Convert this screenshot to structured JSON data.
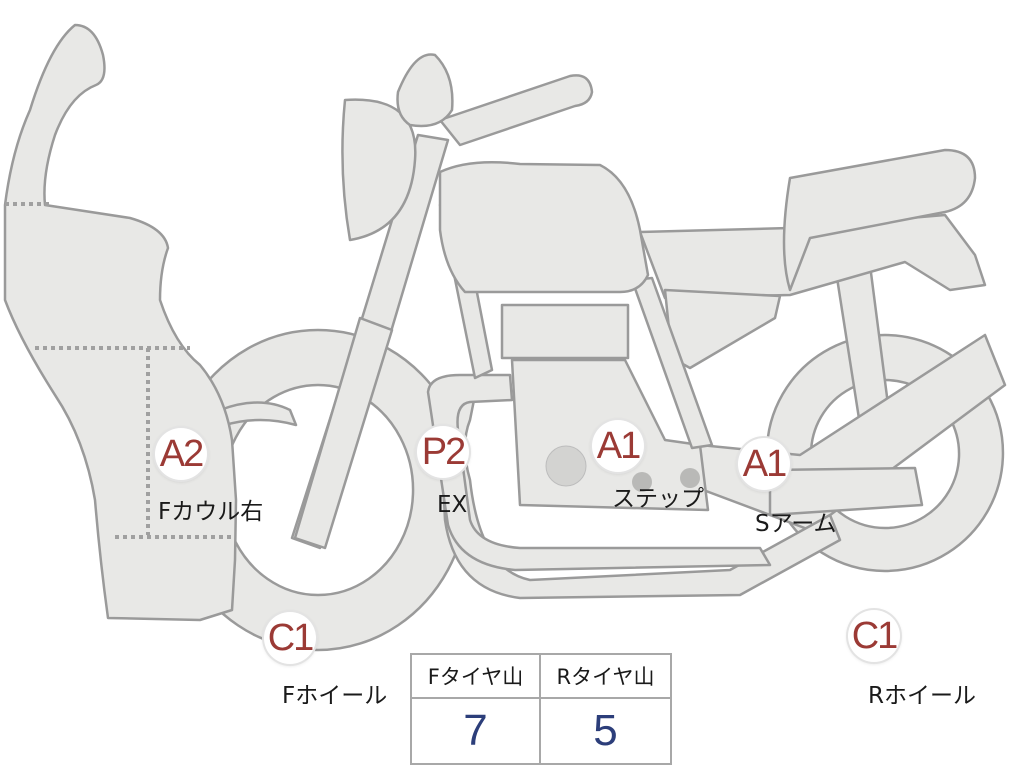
{
  "parts": [
    {
      "id": "f-cowl-right",
      "code": "A2",
      "label": "Fカウル右"
    },
    {
      "id": "exhaust",
      "code": "P2",
      "label": "EX"
    },
    {
      "id": "step",
      "code": "A1",
      "label": "ステップ"
    },
    {
      "id": "swing-arm",
      "code": "A1",
      "label": "Sアーム"
    },
    {
      "id": "front-wheel",
      "code": "C1",
      "label": "Fホイール"
    },
    {
      "id": "rear-wheel",
      "code": "C1",
      "label": "Rホイール"
    }
  ],
  "tire_table": {
    "headers": [
      "Fタイヤ山",
      "Rタイヤ山"
    ],
    "values": [
      "7",
      "5"
    ]
  },
  "colors": {
    "body_fill": "#e8e8e6",
    "outline": "#9a9a9a",
    "code_text": "#9b3a35",
    "value_text": "#2c3e7a"
  }
}
